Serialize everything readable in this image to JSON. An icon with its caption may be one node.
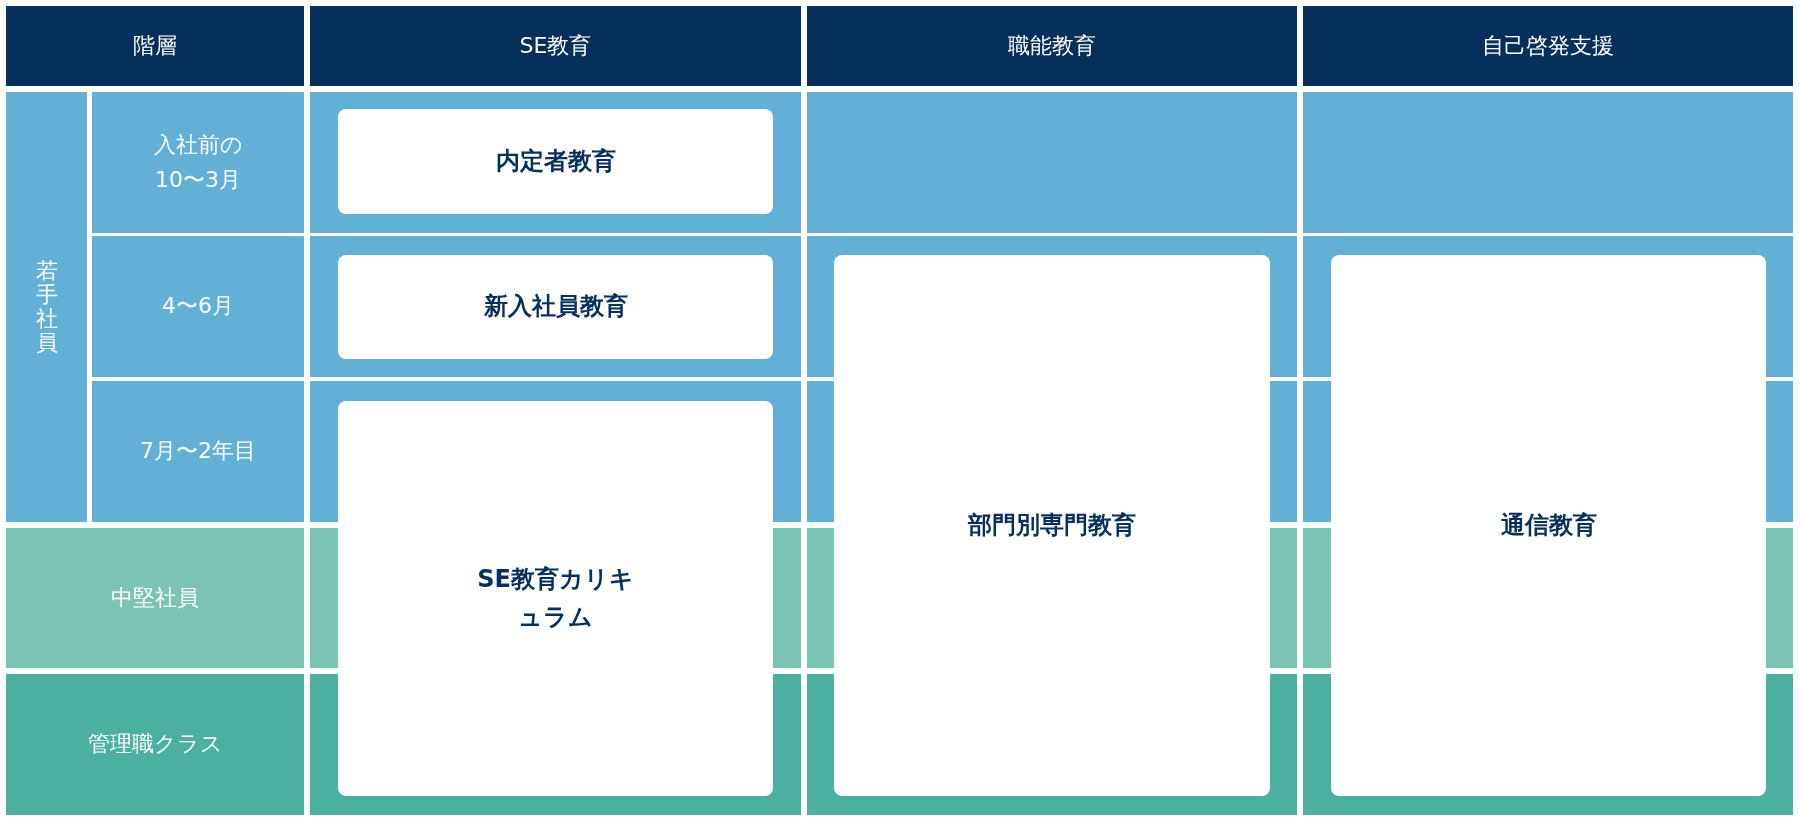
{
  "diagram": {
    "nodes": [
      {
        "text": [
          "階層"
        ]
      },
      {
        "text": [
          "SE教育"
        ]
      },
      {
        "text": [
          "職能教育"
        ]
      },
      {
        "text": [
          "自己啓発支援"
        ]
      },
      {
        "text": [
          "若手社員"
        ]
      },
      {
        "text": [
          "入社前の10〜3月"
        ]
      },
      {
        "text": [
          "内定者教育"
        ]
      },
      {
        "text": [
          "4〜6月"
        ]
      },
      {
        "text": [
          "新入社員教育"
        ]
      },
      {
        "text": [
          "部門別専門教育"
        ]
      },
      {
        "text": [
          "通信教育"
        ]
      },
      {
        "text": [
          "7月〜2年目"
        ]
      },
      {
        "text": [
          "SE教育カリキュラム"
        ]
      },
      {
        "text": [
          "中堅社員"
        ]
      },
      {
        "text": [
          "管理職クラス"
        ]
      }
    ]
  }
}
